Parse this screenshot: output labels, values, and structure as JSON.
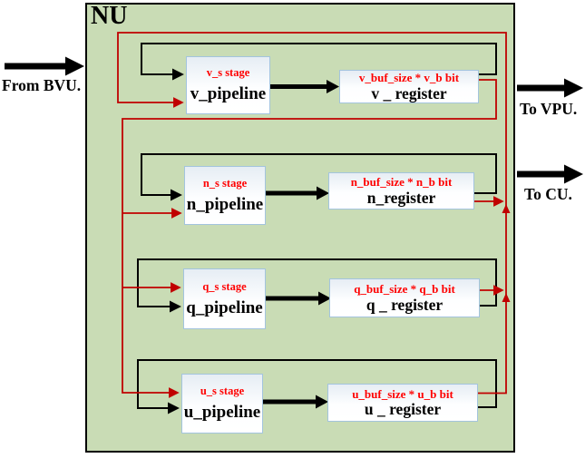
{
  "title": "NU",
  "colors": {
    "container_fill": "#c9dcb5",
    "box_border": "#a3c4de",
    "red_line": "#c00000",
    "red_text": "#ff0000",
    "black": "#000000"
  },
  "input": {
    "label": "From BVU."
  },
  "outputs": [
    {
      "label": "To VPU."
    },
    {
      "label": "To CU."
    }
  ],
  "rows": [
    {
      "id": "v",
      "stage_label": "v_s stage",
      "pipeline_label": "v_pipeline",
      "size_label": "v_buf_size * v_b bit",
      "register_label": "v _ register"
    },
    {
      "id": "n",
      "stage_label": "n_s stage",
      "pipeline_label": "n_pipeline",
      "size_label": "n_buf_size * n_b bit",
      "register_label": "n_register"
    },
    {
      "id": "q",
      "stage_label": "q_s stage",
      "pipeline_label": "q_pipeline",
      "size_label": "q_buf_size * q_b bit",
      "register_label": "q _ register"
    },
    {
      "id": "u",
      "stage_label": "u_s stage",
      "pipeline_label": "u_pipeline",
      "size_label": "u_buf_size * u_b bit",
      "register_label": "u _ register"
    }
  ]
}
